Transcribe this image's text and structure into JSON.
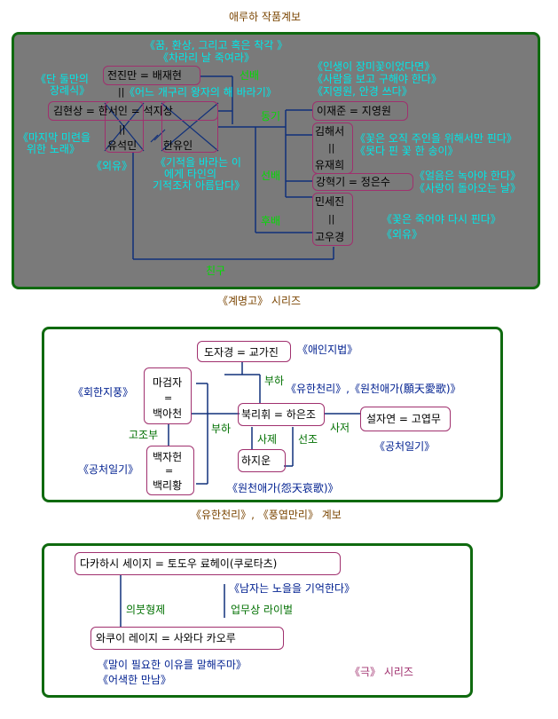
{
  "titles": {
    "top": "애루하 작품계보",
    "series1": "《계명고》 시리즈",
    "series2": "《유한천리》, 《풍엽만리》 계보",
    "series3": "《극》 시리즈"
  },
  "panel1": {
    "n1": "전진만 = 배재현",
    "n2": "김현상 = 한서인 = 석지상",
    "n2b": "||",
    "n2c": "유석민",
    "n2d": "한유인",
    "n3": "이재준 = 지영원",
    "n4a": "김해서",
    "n4b": "||",
    "n4c": "유재희",
    "n5": "강혁기 = 정은수",
    "n6a": "민세진",
    "n6b": "||",
    "n6c": "고우경",
    "b1a": "《꿈, 환상, 그리고 혹은 착각 》",
    "b1b": "《차라리 날 죽여라》",
    "b2": "《어느 개구리 왕자의 해 바라기》",
    "b3a": "《단 둘만의",
    "b3b": "장례식》",
    "b4a": "《마지막 미련을",
    "b4b": "위한 노래》",
    "b5": "《외유》",
    "b6a": "《기적을 바라는 이",
    "b6b": "에게 타인의",
    "b6c": "기적조차 아름답다》",
    "b7a": "《인생이 장미꽃이었다면》",
    "b7b": "《사람을 보고 구해야 한다》",
    "b7c": "《지영원, 안경 쓰다》",
    "b8a": "《꽃은 오직 주인을 위해서만 핀다》",
    "b8b": "《못다 핀 꽃 한 송이》",
    "b9a": "《얼음은 녹아야 한다》",
    "b9b": "《사랑이 돌아오는 날》",
    "b10a": "《꽃은 죽어야 다시 핀다》",
    "b10b": "《외유》",
    "r1": "선배",
    "r2": "동기",
    "r3": "선배",
    "r4": "후배",
    "r5": "친구",
    "parallel": "||"
  },
  "panel2": {
    "n1": "도자경 = 교가진",
    "n2a": "마검자",
    "n2b": "=",
    "n2c": "백아천",
    "n3": "북리휘 = 하은조",
    "n4": "설자연 = 고엽무",
    "n5": "하지운",
    "n6a": "백자헌",
    "n6b": "=",
    "n6c": "백리황",
    "b1": "《애인지법》",
    "b2": "《유한천리》,《원천애가(願天愛歌)》",
    "b3": "《회한지풍》",
    "b4": "《공처일기》",
    "b5": "《공처일기》",
    "b6": "《원천애가(怨天哀歌)》",
    "r1": "부하",
    "r2": "부하",
    "r3": "고조부",
    "r4": "사제",
    "r5": "선조",
    "r6": "사저"
  },
  "panel3": {
    "n1": "다카하시 세이지 = 토도우 료헤이(쿠로타츠)",
    "n2": "와쿠이 레이지 = 사와다 카오루",
    "b1": "《남자는 노을을 기억한다》",
    "b2a": "《말이 필요한 이유를 말해주마》",
    "b2b": "《어색한 만남》",
    "r1": "의붓형제",
    "r2": "업무상 라이벌"
  }
}
